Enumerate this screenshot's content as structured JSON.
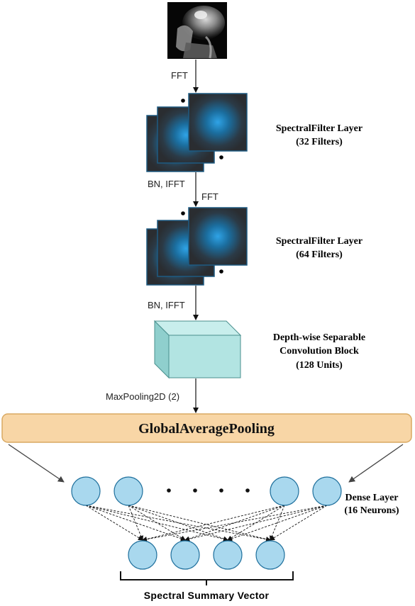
{
  "input": {
    "kind": "sagittal MRI brain scan"
  },
  "edges": {
    "fft_1": "FFT",
    "bn_ifft_1": "BN, IFFT",
    "fft_2": "FFT",
    "bn_ifft_2": "BN, IFFT",
    "maxpool": "MaxPooling2D (2)"
  },
  "spectral_layer_1": {
    "line1": "SpectralFilter Layer",
    "line2": "(32 Filters)"
  },
  "spectral_layer_2": {
    "line1": "SpectralFilter Layer",
    "line2": "(64 Filters)"
  },
  "dsconv": {
    "line1": "Depth-wise Separable",
    "line2": "Convolution Block",
    "line3": "(128 Units)"
  },
  "gap": {
    "label": "GlobalAveragePooling"
  },
  "dense": {
    "line1": "Dense Layer",
    "line2": "(16 Neurons)"
  },
  "summary": {
    "label": "Spectral Summary Vector"
  },
  "colors": {
    "filter_glow": "#2fa3e6",
    "filter_bg": "#2a2d31",
    "filter_border": "#1e5b82",
    "cube_front": "#b2e4e2",
    "cube_top": "#c8eeec",
    "cube_side": "#8fcfcd",
    "gap_fill": "#f8d6a6",
    "gap_border": "#d9a962",
    "neuron_fill": "#a9d8ee",
    "neuron_border": "#1e6f9c"
  }
}
